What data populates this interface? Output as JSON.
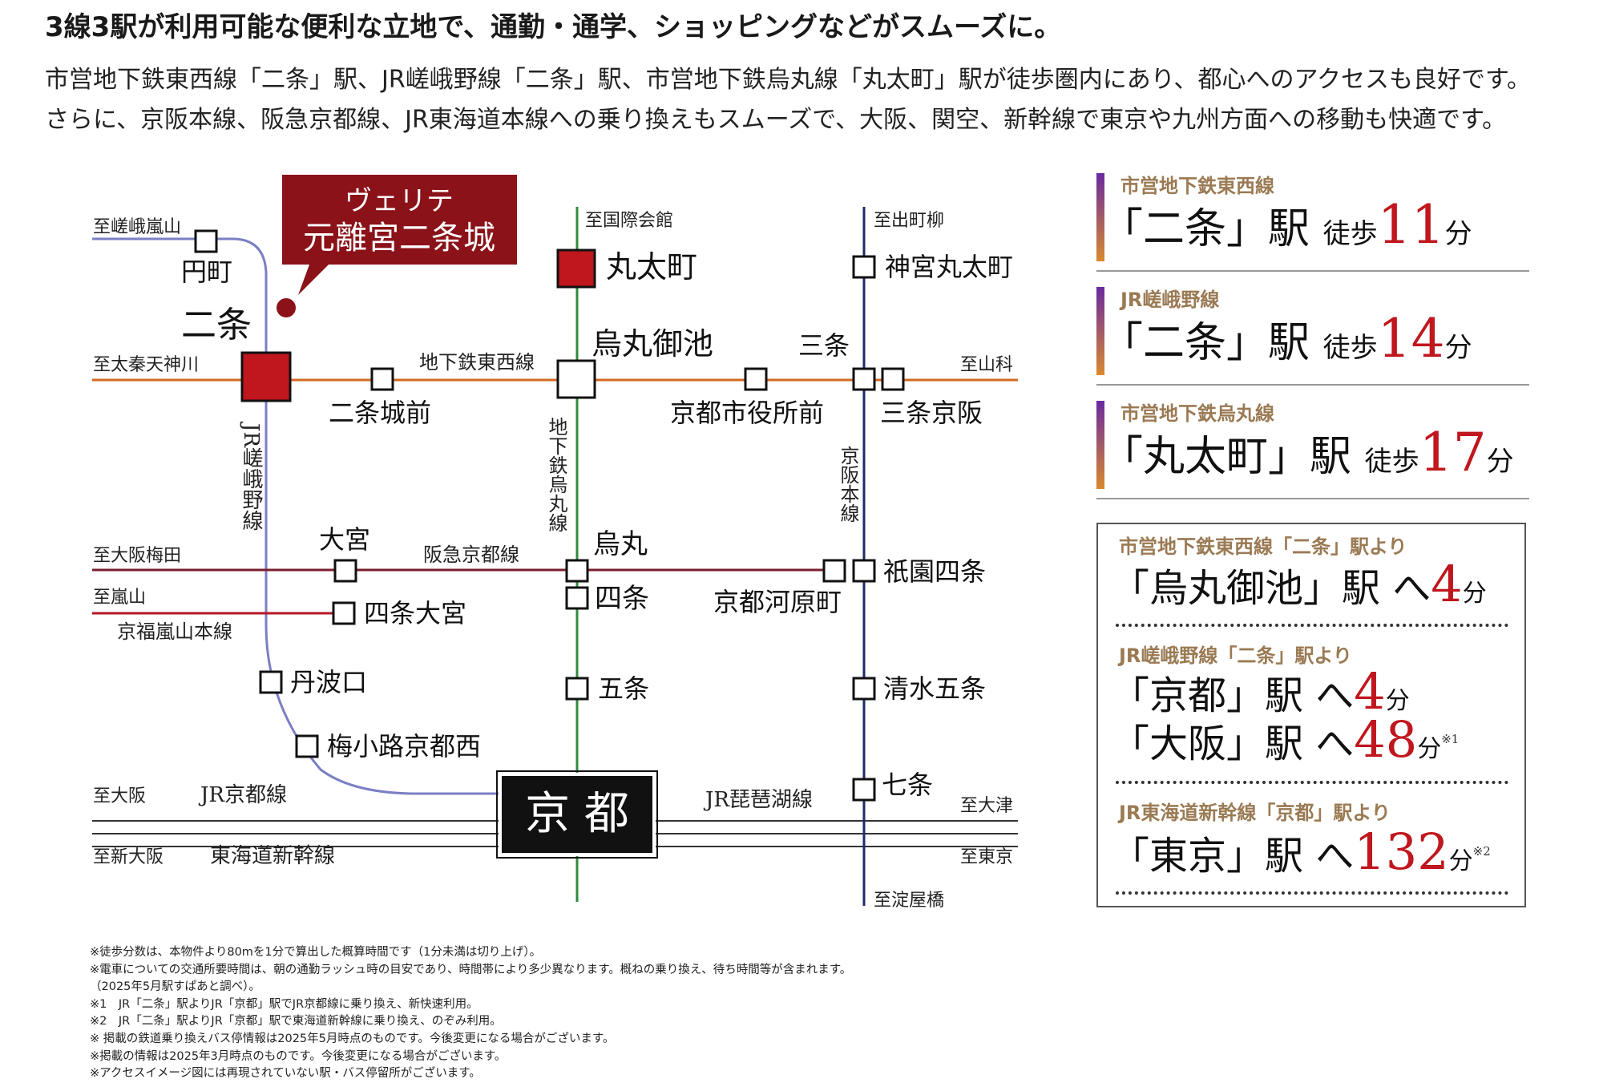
{
  "header": {
    "headline": "3線3駅が利用可能な便利な立地で、通勤・通学、ショッピングなどがスムーズに。",
    "lead1": "市営地下鉄東西線「二条」駅、JR嵯峨野線「二条」駅、市営地下鉄烏丸線「丸太町」駅が徒歩圏内にあり、都心へのアクセスも良好です。",
    "lead2": "さらに、京阪本線、阪急京都線、JR東海道本線への乗り換えもスムーズで、大阪、関空、新幹線で東京や九州方面への移動も快適です。"
  },
  "map": {
    "property": {
      "line1": "ヴェリテ",
      "line2": "元離宮二条城"
    },
    "line_labels": {
      "tozai": "地下鉄東西線",
      "karasuma": "地下鉄烏丸線",
      "sagano": "JR嵯峨野線",
      "keihan": "京阪本線",
      "hankyu": "阪急京都線",
      "keifuku": "京福嵐山本線",
      "jr_kyoto": "JR京都線",
      "jr_biwako": "JR琵琶湖線",
      "shinkansen": "東海道新幹線"
    },
    "directions": {
      "saga_arashiyama": "至嵯峨嵐山",
      "uzumasa": "至太秦天神川",
      "kokusai": "至国際会館",
      "demachi": "至出町柳",
      "yamashina": "至山科",
      "osaka_umeda": "至大阪梅田",
      "arashiyama": "至嵐山",
      "osaka": "至大阪",
      "shin_osaka": "至新大阪",
      "otsu": "至大津",
      "tokyo": "至東京",
      "yodoyabashi": "至淀屋橋"
    },
    "stations": {
      "emmachi": "円町",
      "nijo": "二条",
      "nijojomae": "二条城前",
      "marutamachi": "丸太町",
      "karasuma_oike": "烏丸御池",
      "shiyakushomae": "京都市役所前",
      "jingu_marutamachi": "神宮丸太町",
      "sanjo": "三条",
      "sanjo_keihan": "三条京阪",
      "omiya": "大宮",
      "karasuma": "烏丸",
      "shijo": "四条",
      "kawaramachi": "京都河原町",
      "gion_shijo": "祇園四条",
      "shijo_omiya": "四条大宮",
      "tambaguchi": "丹波口",
      "umekoji": "梅小路京都西",
      "gojo": "五条",
      "kiyomizu_gojo": "清水五条",
      "shichijo": "七条",
      "kyoto": "京 都"
    },
    "colors": {
      "tozai": "#d2691e",
      "karasuma": "#2e8b3c",
      "sagano": "#7a7fc4",
      "keihan": "#1f2a6b",
      "hankyu": "#7a1f2e",
      "keifuku": "#b5162a",
      "highlight_station": "#c0161d",
      "callout": "#8a1218"
    }
  },
  "walk": [
    {
      "line": "市営地下鉄東西線",
      "open": "「",
      "name": "二条",
      "close": "」駅",
      "walk": "徒歩",
      "minutes": "11",
      "unit": "分"
    },
    {
      "line": "JR嵯峨野線",
      "open": "「",
      "name": "二条",
      "close": "」駅",
      "walk": "徒歩",
      "minutes": "14",
      "unit": "分"
    },
    {
      "line": "市営地下鉄烏丸線",
      "open": "「",
      "name": "丸太町",
      "close": "」駅",
      "walk": "徒歩",
      "minutes": "17",
      "unit": "分"
    }
  ],
  "transfer": [
    {
      "from": "市営地下鉄東西線「二条」駅より",
      "rows": [
        {
          "to": "「烏丸御池」駅",
          "arrow": "へ",
          "minutes": "4",
          "unit": "分",
          "note": ""
        }
      ]
    },
    {
      "from": "JR嵯峨野線「二条」駅より",
      "rows": [
        {
          "to": "「京都」駅",
          "arrow": "へ",
          "minutes": "4",
          "unit": "分",
          "note": ""
        },
        {
          "to": "「大阪」駅",
          "arrow": "へ",
          "minutes": "48",
          "unit": "分",
          "note": "※1"
        }
      ]
    },
    {
      "from": "JR東海道新幹線「京都」駅より",
      "rows": [
        {
          "to": "「東京」駅",
          "arrow": "へ",
          "minutes": "132",
          "unit": "分",
          "note": "※2"
        }
      ]
    }
  ],
  "notes": [
    "※徒歩分数は、本物件より80mを1分で算出した概算時間です（1分未満は切り上げ）。",
    "※電車についての交通所要時間は、朝の通勤ラッシュ時の目安であり、時間帯により多少異なります。概ねの乗り換え、待ち時間等が含まれます。",
    "（2025年5月駅すぱあと調べ）。",
    "※1　JR「二条」駅よりJR「京都」駅でJR京都線に乗り換え、新快速利用。",
    "※2　JR「二条」駅よりJR「京都」駅で東海道新幹線に乗り換え、のぞみ利用。",
    "※ 掲載の鉄道乗り換えバス停情報は2025年5月時点のものです。今後変更になる場合がございます。",
    "※掲載の情報は2025年3月時点のものです。今後変更になる場合がございます。",
    "※アクセスイメージ図には再現されていない駅・バス停留所がございます。"
  ]
}
